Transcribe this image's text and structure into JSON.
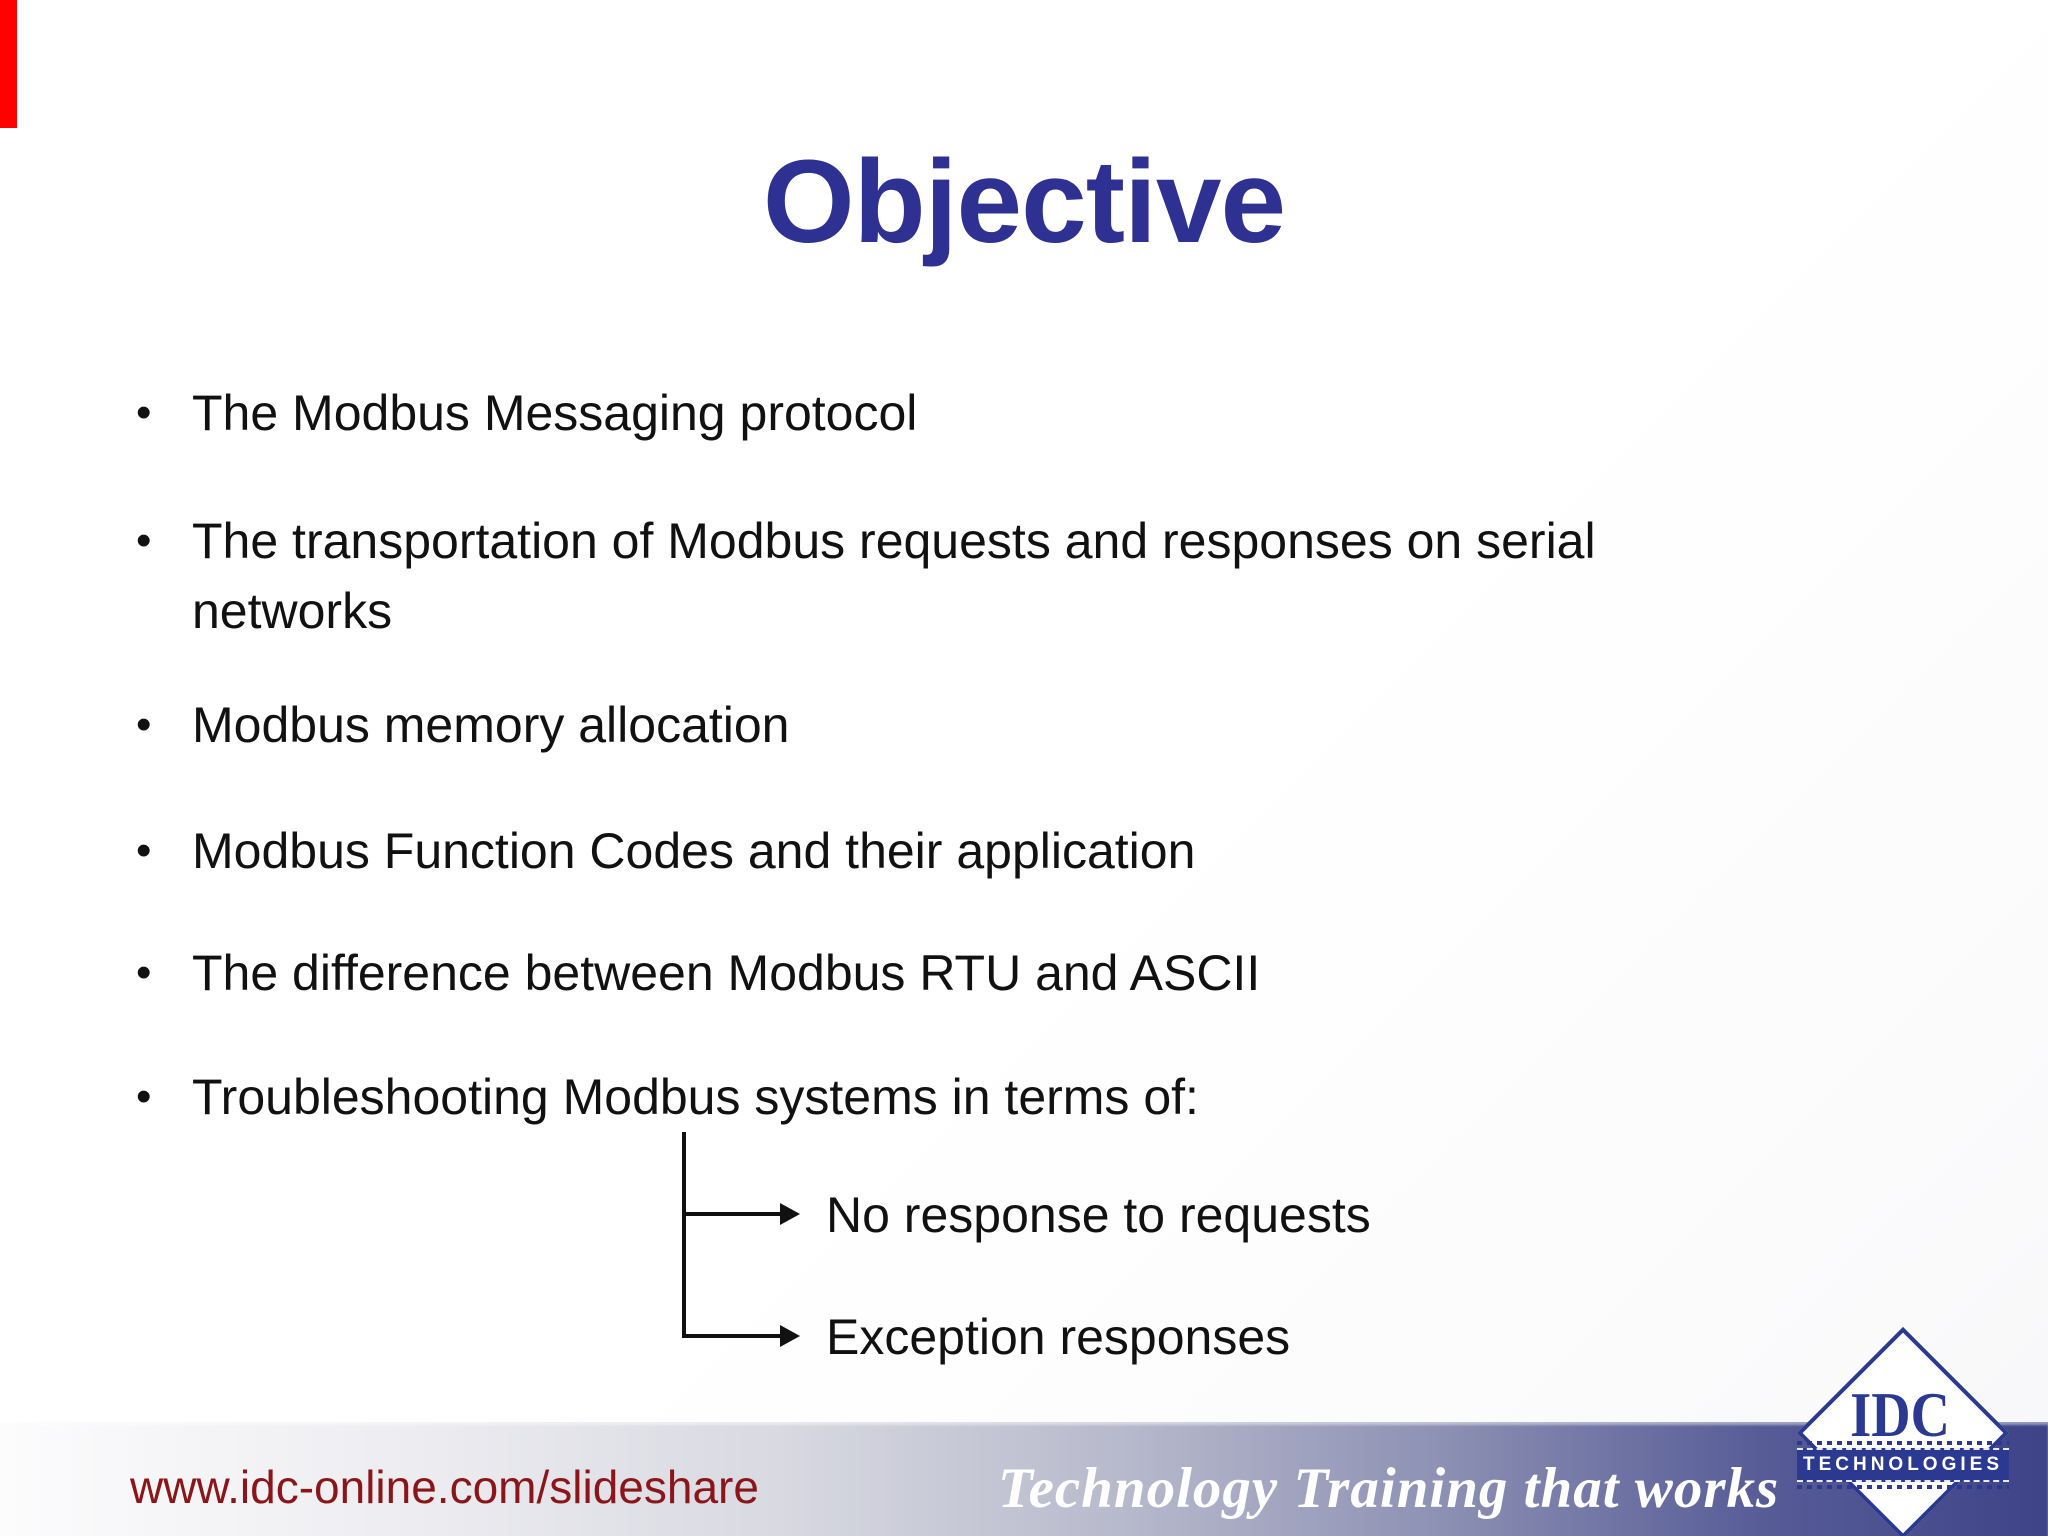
{
  "slide": {
    "title": "Objective",
    "bullets": [
      {
        "lines": [
          "The Modbus Messaging protocol"
        ]
      },
      {
        "lines": [
          "The transportation of Modbus requests and responses on serial",
          "networks"
        ]
      },
      {
        "lines": [
          "Modbus memory allocation"
        ]
      },
      {
        "lines": [
          "Modbus Function Codes and their application"
        ]
      },
      {
        "lines": [
          "The difference between Modbus RTU and ASCII"
        ]
      },
      {
        "lines": [
          "Troubleshooting Modbus systems in terms of:"
        ]
      }
    ],
    "branch_labels": [
      "No response to requests",
      "Exception responses"
    ]
  },
  "footer": {
    "url": "www.idc-online.com/slideshare",
    "tagline": "Technology Training that works"
  },
  "logo": {
    "name": "IDC",
    "subtitle": "TECHNOLOGIES"
  },
  "colors": {
    "title_blue": "#2E3192",
    "body_text": "#111111",
    "url_red": "#8B1518",
    "logo_blue": "#2B3990",
    "marker_red": "#FE0202",
    "bar_gradient_left": "#FCFCFD",
    "bar_gradient_right": "#3E4388",
    "tagline_white": "#FFFFFF"
  }
}
